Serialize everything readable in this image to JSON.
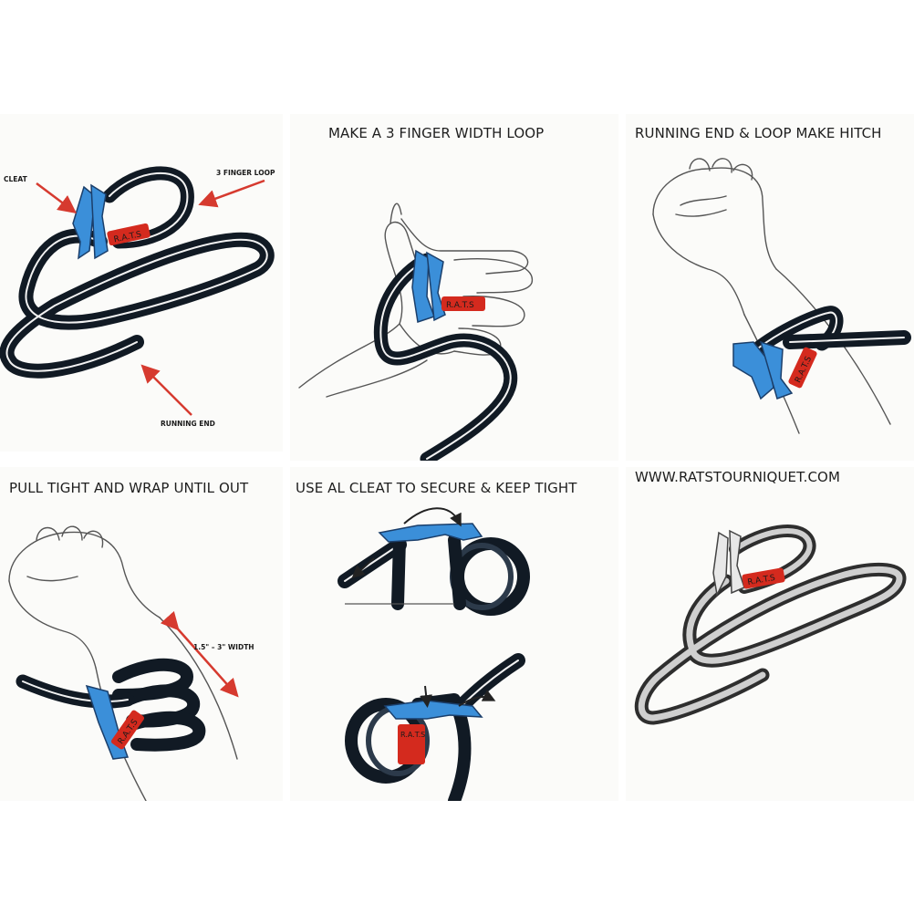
{
  "panels": [
    {
      "title": "",
      "labels": {
        "cleat": "CLEAT",
        "finger_loop": "3 FINGER LOOP",
        "running_end": "RUNNING END"
      },
      "tag": "R.A.T.S"
    },
    {
      "title": "MAKE A 3 FINGER WIDTH LOOP",
      "tag": "R.A.T.S"
    },
    {
      "title": "RUNNING END & LOOP MAKE HITCH",
      "tag": "R.A.T.S"
    },
    {
      "title": "PULL TIGHT AND WRAP UNTIL OUT",
      "labels": {
        "width": "1.5\" – 3\" WIDTH"
      },
      "tag": "R.A.T.S"
    },
    {
      "title": "USE AL CLEAT TO SECURE & KEEP TIGHT",
      "tag": "R.A.T.S"
    },
    {
      "title": "WWW.RATSTOURNIQUET.COM",
      "tag": "R.A.T.S"
    }
  ],
  "colors": {
    "cleat_blue": "#3b8fd9",
    "tag_red": "#d42a1e",
    "strap_black": "#111a24",
    "arrow_red": "#d63a2f"
  }
}
